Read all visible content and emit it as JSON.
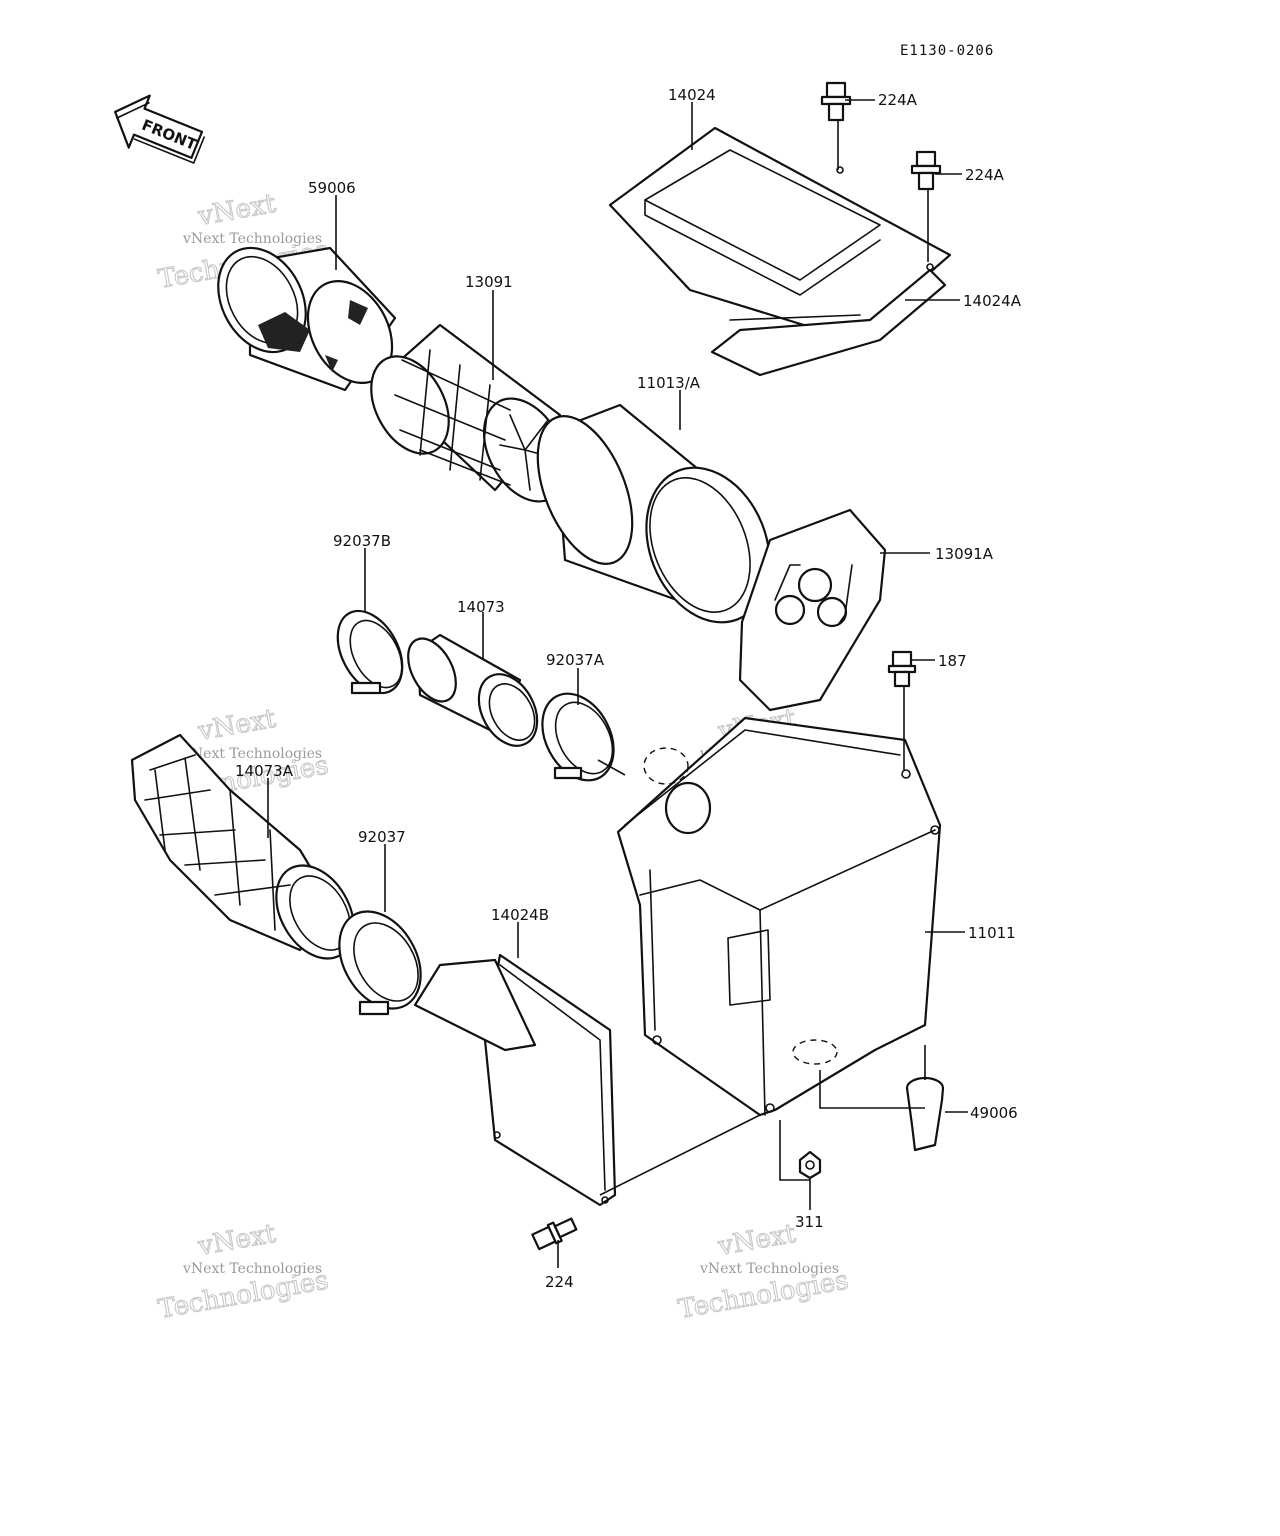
{
  "diagram_code": "E1130-0206",
  "front_label": "FRONT",
  "watermark": {
    "line1": "vNext",
    "line2": "Technologies",
    "combined": "vNext Technologies"
  },
  "labels": {
    "p59006": "59006",
    "p13091": "13091",
    "p14024": "14024",
    "p224A": "224A",
    "p14024A": "14024A",
    "p11013A": "11013/A",
    "p13091A": "13091A",
    "p187": "187",
    "p92037B": "92037B",
    "p14073": "14073",
    "p92037A": "92037A",
    "p14073A": "14073A",
    "p92037": "92037",
    "p14024B": "14024B",
    "p11011": "11011",
    "p49006": "49006",
    "p311": "311",
    "p224": "224"
  }
}
